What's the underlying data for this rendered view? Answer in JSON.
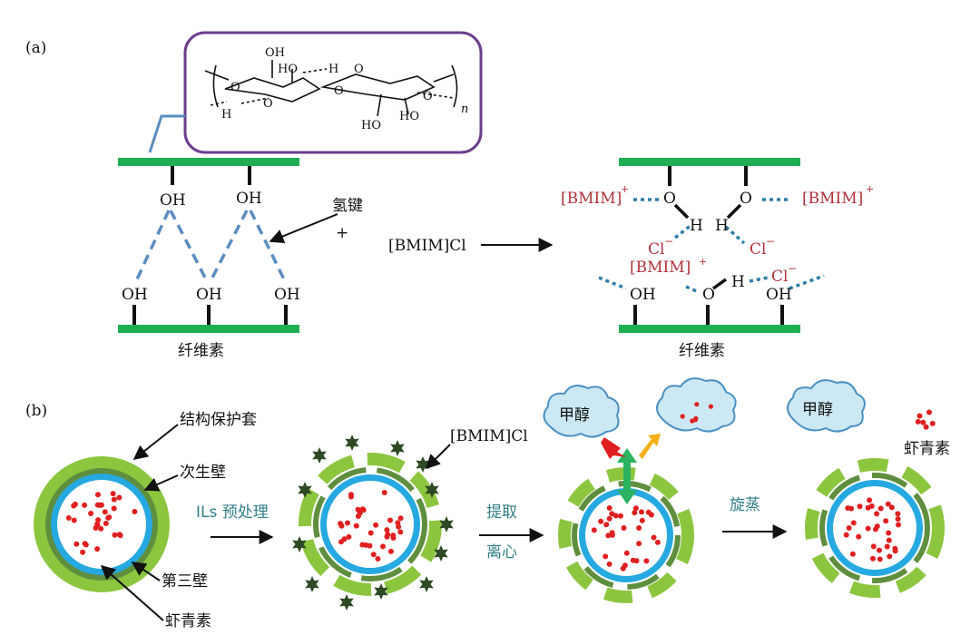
{
  "panel_a": {
    "label": "(a)",
    "left": {
      "oh_top": [
        "OH",
        "OH"
      ],
      "oh_bottom": [
        "OH",
        "OH",
        "OH"
      ],
      "hbond_label": "氢键",
      "plus": "+",
      "cellulose_label": "纤维素"
    },
    "reagent": "[BMIM]Cl",
    "right": {
      "bmim_left": "[BMIM]",
      "bmim_right": "[BMIM]",
      "bmim_mid": "[BMIM]",
      "sup_plus": "+",
      "sup_right": "+",
      "o_atoms": [
        "O",
        "O",
        "O"
      ],
      "h_atoms": [
        "H",
        "H",
        "H"
      ],
      "cl_left": "Cl",
      "cl_right": "Cl",
      "cl_bottom": "Cl",
      "sup_minus": "−",
      "oh_bottom": [
        "OH",
        "OH"
      ],
      "cellulose_label": "纤维素"
    },
    "structure": {
      "oh": [
        "OH",
        "HO",
        "HO",
        "HO"
      ],
      "h": [
        "H",
        "H"
      ],
      "o": [
        "O",
        "O",
        "O",
        "O",
        "O"
      ],
      "n": "n"
    }
  },
  "panel_b": {
    "label": "(b)",
    "cell_labels": {
      "protective": "结构保护套",
      "secondary": "次生壁",
      "tertiary": "第三壁",
      "astaxanthin": "虾青素"
    },
    "step1": "ILs 预处理",
    "reagent_label": "[BMIM]Cl",
    "step2_top": "提取",
    "step2_bottom": "离心",
    "methanol": "甲醇",
    "step3": "旋蒸",
    "methanol2": "甲醇",
    "product": "虾青素"
  },
  "colors": {
    "cellulose_green": "#1fae53",
    "bond_blue": "#5b8ec0",
    "dot_blue": "#2f7ea8",
    "bmim_red": "#b1323a",
    "shell_light": "#8cc63f",
    "shell_dark": "#5f8f3e",
    "shell_blue": "#26a9e0",
    "dot_red": "#e02020",
    "star": "#2e4a24",
    "cloud_fill": "#cce8f4",
    "cloud_stroke": "#4a90c2",
    "purple_box": "#6b3d8e"
  }
}
